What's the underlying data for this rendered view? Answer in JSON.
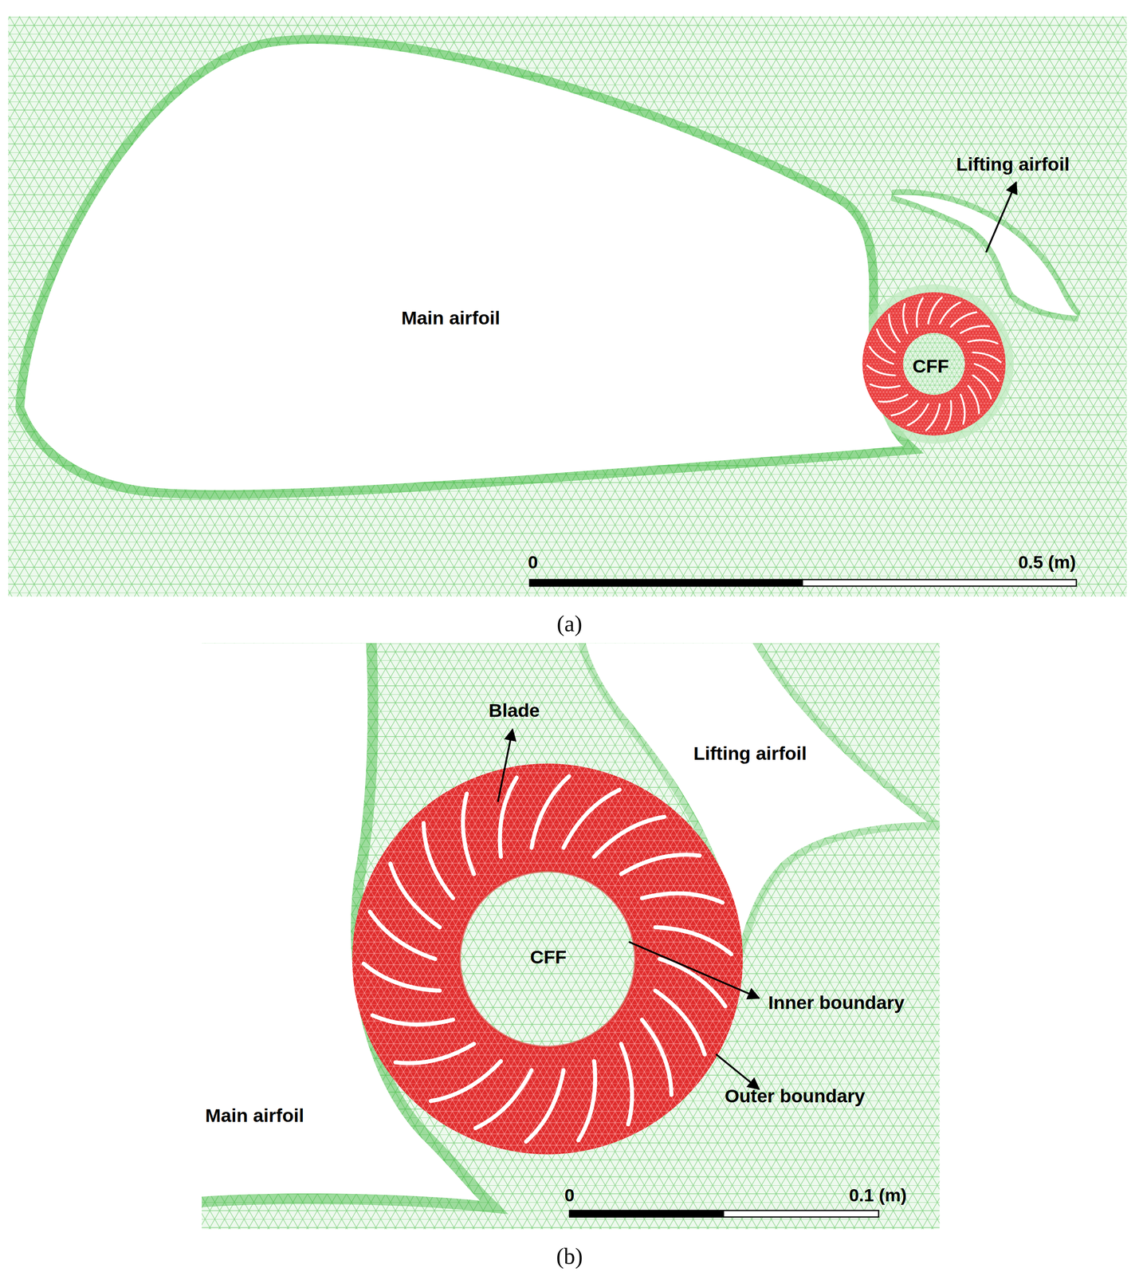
{
  "diagram": {
    "labels": [
      "Lifting airfoil",
      "Main airfoil",
      "CFF",
      "0",
      "0.5 (m)",
      "(a)",
      "Blade",
      "Lifting airfoil",
      "CFF",
      "Inner boundary",
      "Outer boundary",
      "Main airfoil",
      "0",
      "0.1 (m)",
      "(b)"
    ]
  }
}
